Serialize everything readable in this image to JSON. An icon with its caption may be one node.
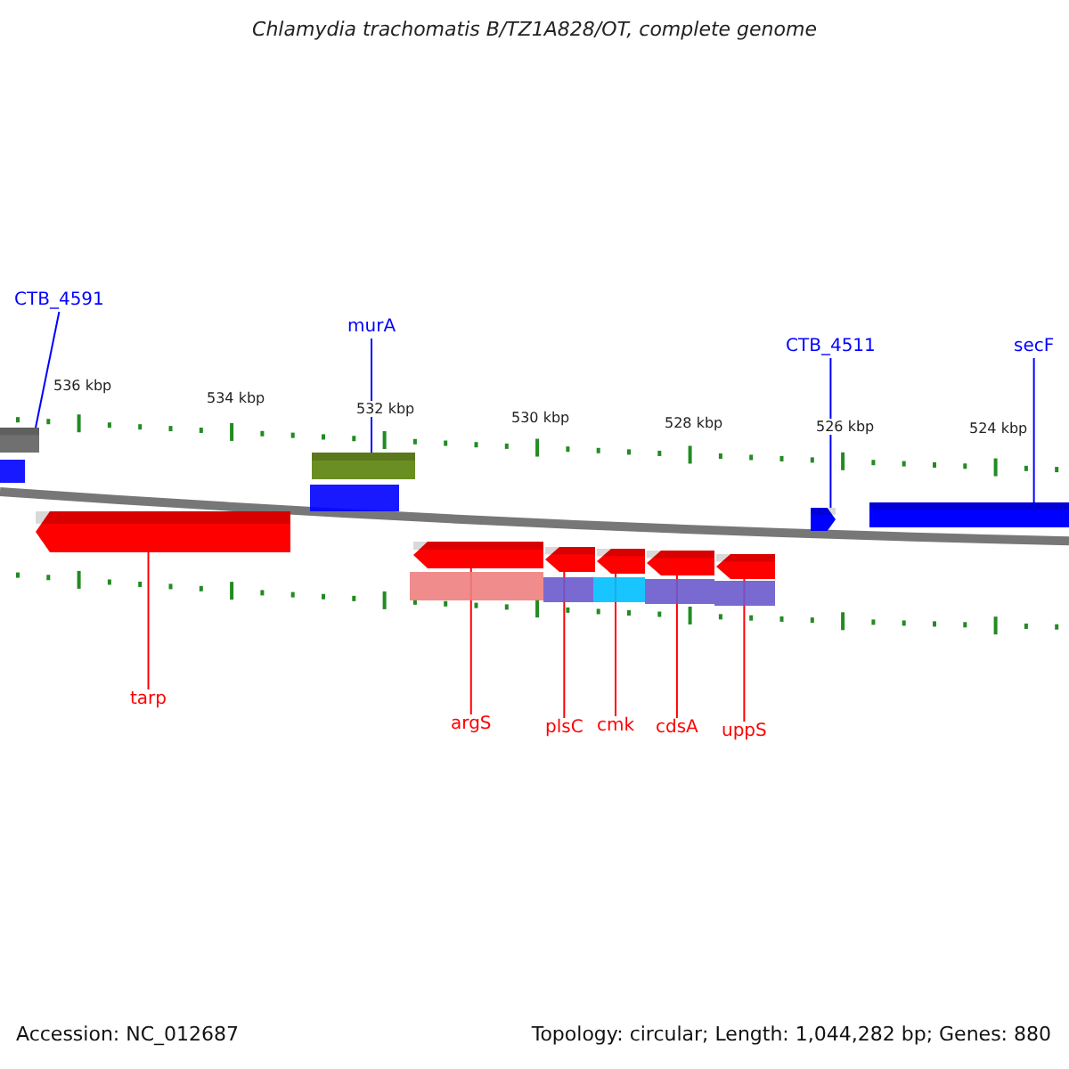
{
  "diagram": {
    "title": "Chlamydia trachomatis B/TZ1A828/OT, complete genome",
    "nodes": [
      {
        "text": [
          "CTB_4591"
        ]
      },
      {
        "text": [],
        "shape": "bar"
      },
      {
        "text": [
          "murA"
        ]
      },
      {
        "text": [],
        "shape": "bar"
      },
      {
        "text": [
          "CTB_4511"
        ]
      },
      {
        "text": [],
        "shape": "bar"
      },
      {
        "text": [
          "secF"
        ]
      },
      {
        "text": [],
        "shape": "bar"
      },
      {
        "text": [
          "tarp"
        ]
      },
      {
        "text": [],
        "shape": "bar"
      },
      {
        "text": [
          "argS"
        ]
      },
      {
        "text": [],
        "shape": "bar"
      },
      {
        "text": [
          "plsC"
        ]
      },
      {
        "text": [],
        "shape": "bar"
      },
      {
        "text": [
          "cmk"
        ]
      },
      {
        "text": [],
        "shape": "bar"
      },
      {
        "text": [
          "cdsA"
        ]
      },
      {
        "text": [],
        "shape": "bar"
      },
      {
        "text": [
          "uppS"
        ]
      },
      {
        "text": [],
        "shape": "bar"
      }
    ],
    "edges": [
      {
        "from": 0,
        "to": 1,
        "arrow": "none",
        "color": "#0000ff"
      },
      {
        "from": 2,
        "to": 3,
        "arrow": "none",
        "color": "#0000ff"
      },
      {
        "from": 4,
        "to": 5,
        "arrow": "none",
        "color": "#0000ff"
      },
      {
        "from": 6,
        "to": 7,
        "arrow": "none",
        "color": "#0000ff"
      },
      {
        "from": 8,
        "to": 9,
        "arrow": "none"
      },
      {
        "from": 10,
        "to": 11,
        "arrow": "none"
      },
      {
        "from": 12,
        "to": 13,
        "arrow": "none"
      },
      {
        "from": 14,
        "to": 15,
        "arrow": "none"
      },
      {
        "from": 16,
        "to": 17,
        "arrow": "none"
      },
      {
        "from": 18,
        "to": 19,
        "arrow": "none"
      }
    ],
    "labels": [
      "536 kbp",
      "534 kbp",
      "532 kbp",
      "530 kbp",
      "528 kbp",
      "526 kbp",
      "524 kbp",
      "Accession: NC_012687",
      "Topology: circular; Length: 1,044,282 bp; Genes: 880"
    ]
  }
}
